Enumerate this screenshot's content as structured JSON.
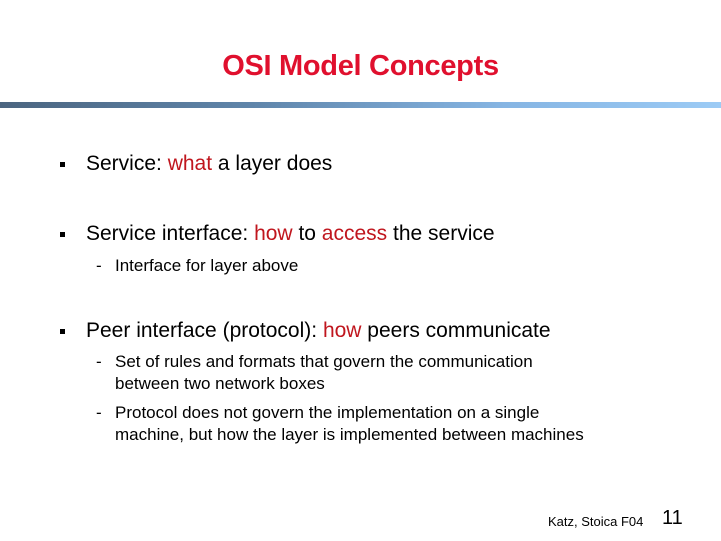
{
  "slide": {
    "title": "OSI Model Concepts",
    "accent_color": "#e0102e",
    "highlight_color": "#c0161e",
    "bullets": [
      {
        "parts": [
          "Service: ",
          "what",
          " a layer does"
        ],
        "subs": []
      },
      {
        "parts": [
          "Service interface: ",
          "how",
          " to ",
          "access",
          " the service"
        ],
        "subs": [
          {
            "lines": [
              "Interface for layer above"
            ]
          }
        ]
      },
      {
        "parts": [
          "Peer interface (protocol): ",
          "how",
          " peers communicate"
        ],
        "subs": [
          {
            "lines": [
              "Set of rules and formats that govern the communication",
              "between two network boxes"
            ]
          },
          {
            "lines": [
              "Protocol does not govern the implementation on a single",
              "machine, but how the layer is implemented between machines"
            ]
          }
        ]
      }
    ],
    "sub_marker": "-",
    "footer": {
      "credit": "Katz, Stoica F04",
      "page_number": "11"
    }
  }
}
